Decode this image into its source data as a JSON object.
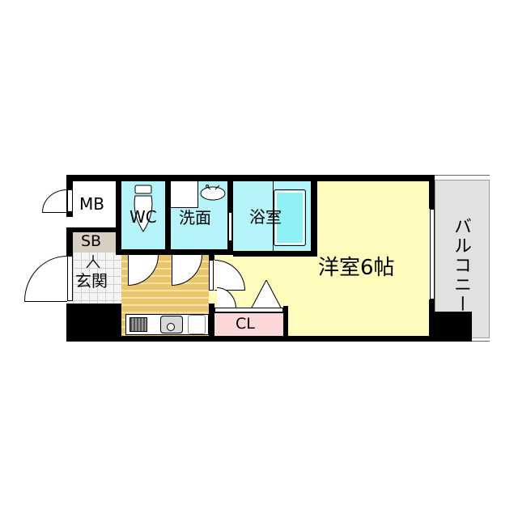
{
  "floorplan": {
    "rooms": {
      "mb": {
        "label": "MB"
      },
      "sb": {
        "label": "SB"
      },
      "genkan": {
        "label": "玄関"
      },
      "wc": {
        "label": "WC"
      },
      "senmen": {
        "label": "洗面"
      },
      "yokushitsu": {
        "label": "浴室"
      },
      "closet": {
        "label": "CL"
      },
      "yoshitsu": {
        "label": "洋室6帖"
      },
      "balcony": {
        "label": "バルコニー"
      }
    },
    "colors": {
      "wall": "#000000",
      "wet_area": "#b5f4f8",
      "bathtub": "#8ff0f5",
      "kitchen_floor": "#e9c56b",
      "western_room": "#fefbbc",
      "closet": "#fad8d8",
      "balcony": "#e1e1e1",
      "sb": "#d8cfc3",
      "genkan_tile": "#f4f4f4"
    }
  }
}
